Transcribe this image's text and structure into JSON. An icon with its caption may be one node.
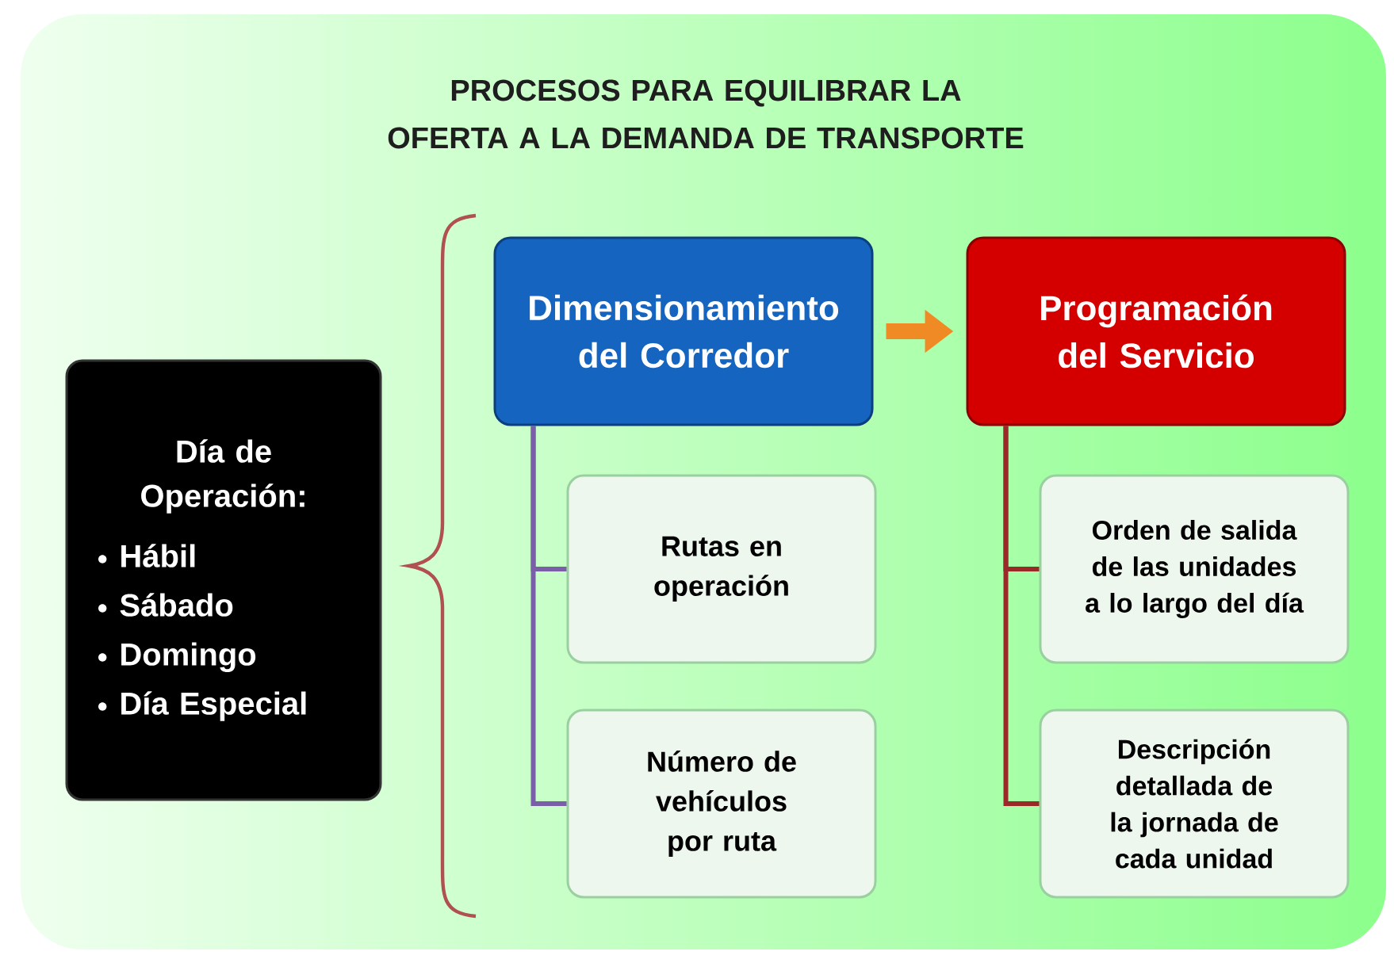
{
  "diagram": {
    "title": "PROCESOS PARA EQUILIBRAR LA OFERTA A LA DEMANDA DE TRANSPORTE",
    "nodes": [
      {
        "text": [
          "Día de Operación:",
          "Hábil",
          "Sábado",
          "Domingo",
          "Día Especial"
        ]
      },
      {
        "text": [
          "Dimensionamiento del Corredor"
        ]
      },
      {
        "text": [
          "Programación del Servicio"
        ]
      },
      {
        "text": [
          "Rutas en operación"
        ]
      },
      {
        "text": [
          "Número de vehículos por ruta"
        ]
      },
      {
        "text": [
          "Orden de salida de las unidades a lo largo del día"
        ]
      },
      {
        "text": [
          "Descripción detallada de la jornada de cada unidad"
        ]
      }
    ],
    "edges": [
      {
        "from": 1,
        "to": 2,
        "arrow": "to",
        "style": "thick",
        "color": "#f08a24"
      },
      {
        "from": 1,
        "to": 3,
        "arrow": "none",
        "color": "#7a5fa8"
      },
      {
        "from": 1,
        "to": 4,
        "arrow": "none",
        "color": "#7a5fa8"
      },
      {
        "from": 2,
        "to": 5,
        "arrow": "none",
        "color": "#9a2a2a"
      },
      {
        "from": 2,
        "to": 6,
        "arrow": "none",
        "color": "#9a2a2a"
      }
    ]
  }
}
